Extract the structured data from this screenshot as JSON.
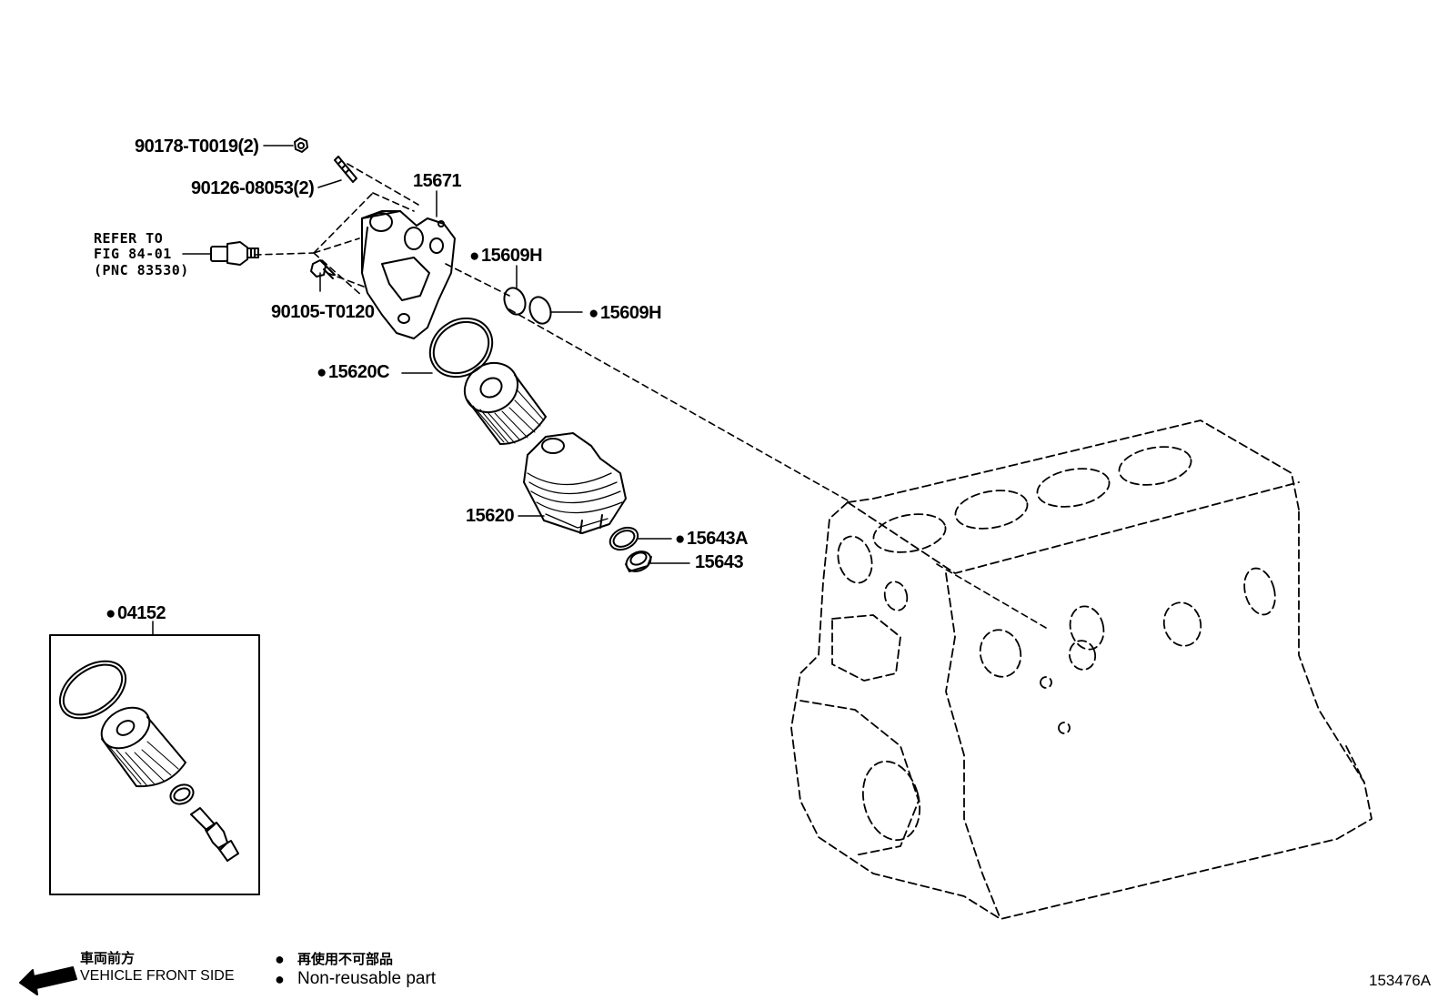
{
  "callouts": {
    "p90178": "90178-T0019(2)",
    "p90126": "90126-08053(2)",
    "p15671": "15671",
    "p15609h_a": "15609H",
    "p15609h_b": "15609H",
    "p90105": "90105-T0120",
    "p15620c": "15620C",
    "p15620": "15620",
    "p15643a": "15643A",
    "p15643": "15643",
    "p04152": "04152",
    "refer_line1": "REFER TO",
    "refer_line2": "FIG 84-01",
    "refer_line3": "(PNC 83530)"
  },
  "legend": {
    "front_jp": "車両前方",
    "front_en": "VEHICLE FRONT SIDE",
    "nonreuse_jp": "再使用不可部品",
    "nonreuse_en": "Non-reusable part",
    "bullet": "●"
  },
  "figure_id": "153476A"
}
